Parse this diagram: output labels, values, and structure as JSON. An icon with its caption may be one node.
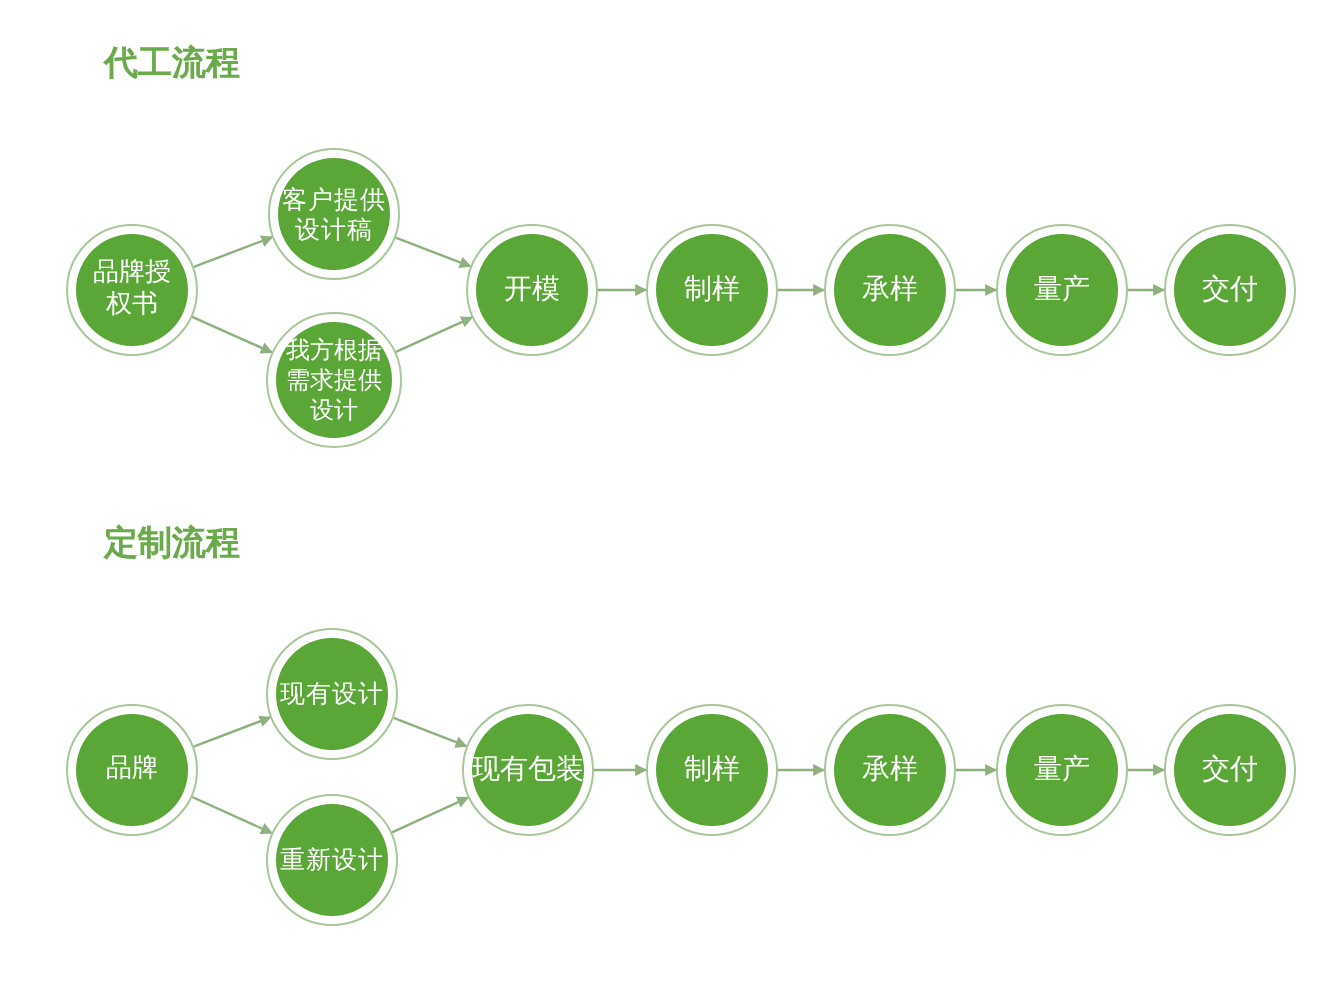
{
  "diagram": {
    "nodes": [
      {
        "text": [
          "品牌授权书"
        ]
      },
      {
        "text": [
          "客户提供设计稿"
        ]
      },
      {
        "text": [
          "我方根据需求提供设计"
        ]
      },
      {
        "text": [
          "开模"
        ]
      },
      {
        "text": [
          "制样"
        ]
      },
      {
        "text": [
          "承样"
        ]
      },
      {
        "text": [
          "量产"
        ]
      },
      {
        "text": [
          "交付"
        ]
      },
      {
        "text": [
          "品牌"
        ]
      },
      {
        "text": [
          "现有设计"
        ]
      },
      {
        "text": [
          "重新设计"
        ]
      },
      {
        "text": [
          "现有包装"
        ]
      },
      {
        "text": [
          "制样"
        ]
      },
      {
        "text": [
          "承样"
        ]
      },
      {
        "text": [
          "量产"
        ]
      },
      {
        "text": [
          "交付"
        ]
      }
    ],
    "edges": [
      {
        "from": 0,
        "to": 1,
        "arrow": "to"
      },
      {
        "from": 0,
        "to": 2,
        "arrow": "to"
      },
      {
        "from": 1,
        "to": 3,
        "arrow": "to"
      },
      {
        "from": 2,
        "to": 3,
        "arrow": "to"
      },
      {
        "from": 3,
        "to": 4,
        "arrow": "to"
      },
      {
        "from": 4,
        "to": 5,
        "arrow": "to"
      },
      {
        "from": 5,
        "to": 6,
        "arrow": "to"
      },
      {
        "from": 6,
        "to": 7,
        "arrow": "to"
      },
      {
        "from": 8,
        "to": 9,
        "arrow": "to"
      },
      {
        "from": 8,
        "to": 10,
        "arrow": "to"
      },
      {
        "from": 9,
        "to": 11,
        "arrow": "to"
      },
      {
        "from": 10,
        "to": 11,
        "arrow": "to"
      },
      {
        "from": 11,
        "to": 12,
        "arrow": "to"
      },
      {
        "from": 12,
        "to": 13,
        "arrow": "to"
      },
      {
        "from": 13,
        "to": 14,
        "arrow": "to"
      },
      {
        "from": 14,
        "to": 15,
        "arrow": "to"
      }
    ],
    "labels": [
      "代工流程",
      "定制流程"
    ]
  }
}
